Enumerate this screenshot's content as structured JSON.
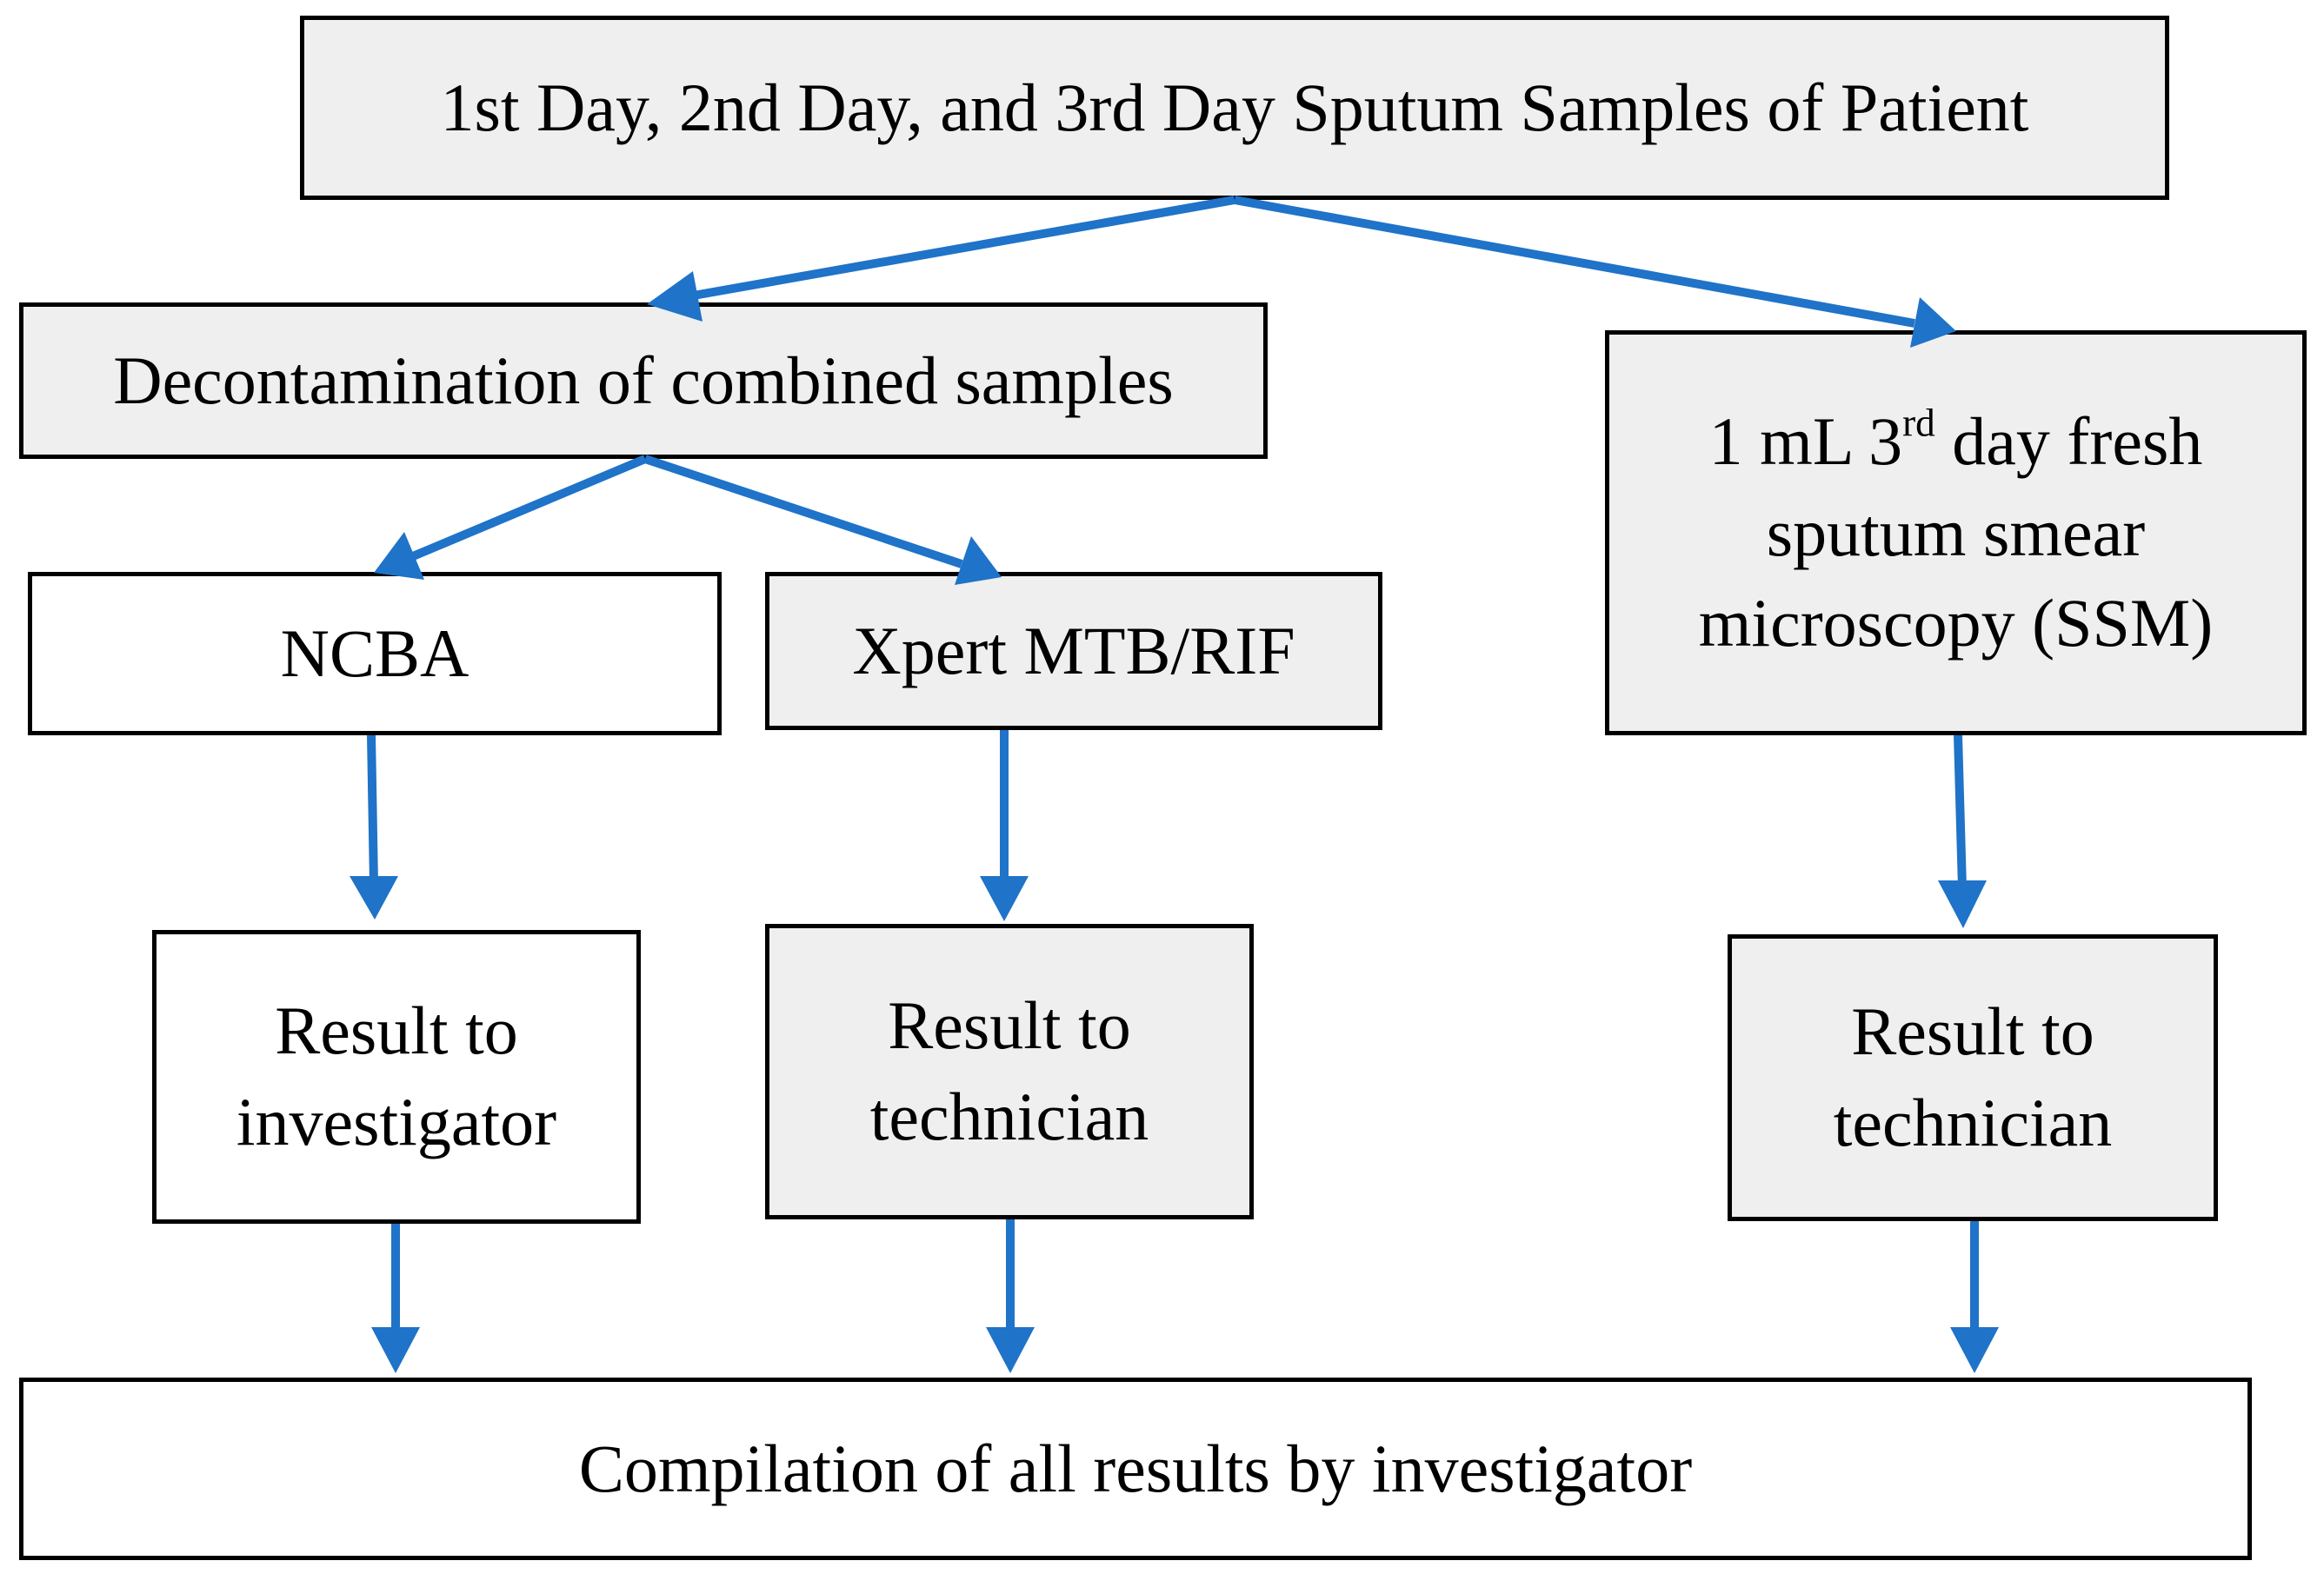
{
  "colors": {
    "arrow": "#1f73c8",
    "box_fill_grey": "#efefef",
    "box_fill_white": "#ffffff",
    "border": "#000000"
  },
  "nodes": {
    "samples": {
      "label": "1st Day, 2nd Day, and 3rd Day Sputum Samples of Patient"
    },
    "decontamination": {
      "label": "Decontamination of combined samples"
    },
    "ssm": {
      "line1_prefix": "1 mL 3",
      "line1_sup": "rd",
      "line1_suffix": " day fresh",
      "line2": "sputum smear",
      "line3": "microscopy (SSM)"
    },
    "ncba": {
      "label": "NCBA"
    },
    "xpert": {
      "label": "Xpert MTB/RIF"
    },
    "ncba_result": {
      "line1": "Result to",
      "line2": "investigator"
    },
    "xpert_result": {
      "line1": "Result to",
      "line2": "technician"
    },
    "ssm_result": {
      "line1": "Result to",
      "line2": "technician"
    },
    "compilation": {
      "label": "Compilation of all results by investigator"
    }
  },
  "edges": [
    {
      "from": "samples",
      "to": "decontamination"
    },
    {
      "from": "samples",
      "to": "ssm"
    },
    {
      "from": "decontamination",
      "to": "ncba"
    },
    {
      "from": "decontamination",
      "to": "xpert"
    },
    {
      "from": "ncba",
      "to": "ncba_result"
    },
    {
      "from": "xpert",
      "to": "xpert_result"
    },
    {
      "from": "ssm",
      "to": "ssm_result"
    },
    {
      "from": "ncba_result",
      "to": "compilation"
    },
    {
      "from": "xpert_result",
      "to": "compilation"
    },
    {
      "from": "ssm_result",
      "to": "compilation"
    }
  ]
}
